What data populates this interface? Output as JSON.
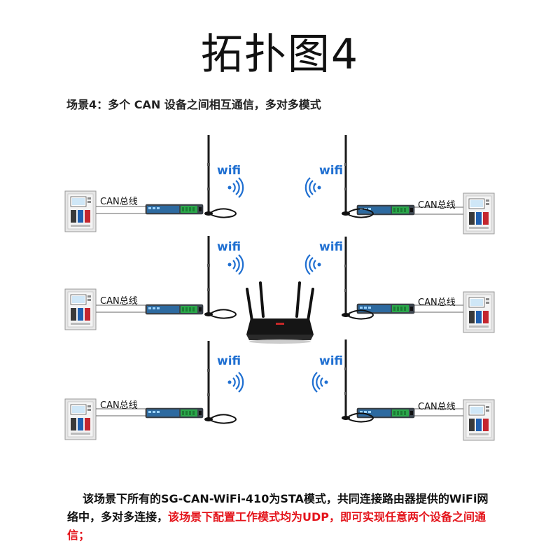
{
  "title": "拓扑图4",
  "subtitle": "场景4：多个 CAN 设备之间相互通信，多对多模式",
  "bus_label": "CAN总线",
  "wifi_label": "wifi",
  "description": {
    "part1": "该场景下所有的SG-CAN-WiFi-410为STA模式，共同连接路由器提供的WiFi网络中，多对多连接，",
    "part2_red": "该场景下配置工作模式均为UDP，即可实现任意两个设备之间通信；"
  },
  "colors": {
    "wifi_blue": "#1f6fd1",
    "highlight_red": "#e4141b",
    "gateway_green": "#2aa84a"
  }
}
